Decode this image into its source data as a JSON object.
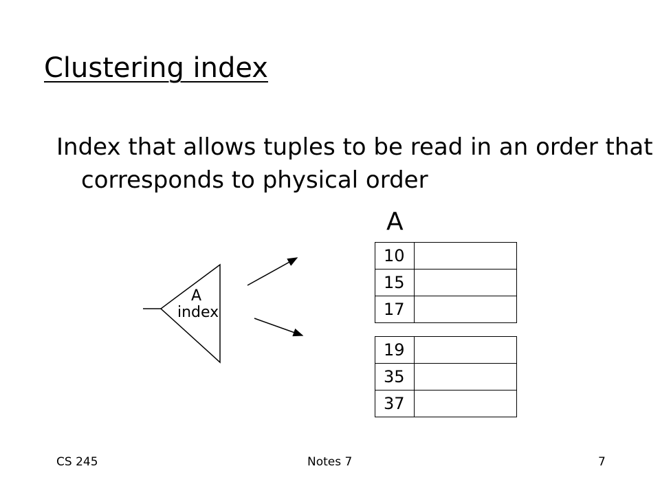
{
  "slide": {
    "title": "Clustering index",
    "body": "Index that allows tuples to be read in an order that corresponds to physical order"
  },
  "diagram": {
    "file_label": "A",
    "index_label_line1": "A",
    "index_label_line2": "index",
    "blocks": [
      {
        "keys": [
          "10",
          "15",
          "17"
        ]
      },
      {
        "keys": [
          "19",
          "35",
          "37"
        ]
      }
    ]
  },
  "footer": {
    "course": "CS 245",
    "notes": "Notes 7",
    "page": "7"
  }
}
